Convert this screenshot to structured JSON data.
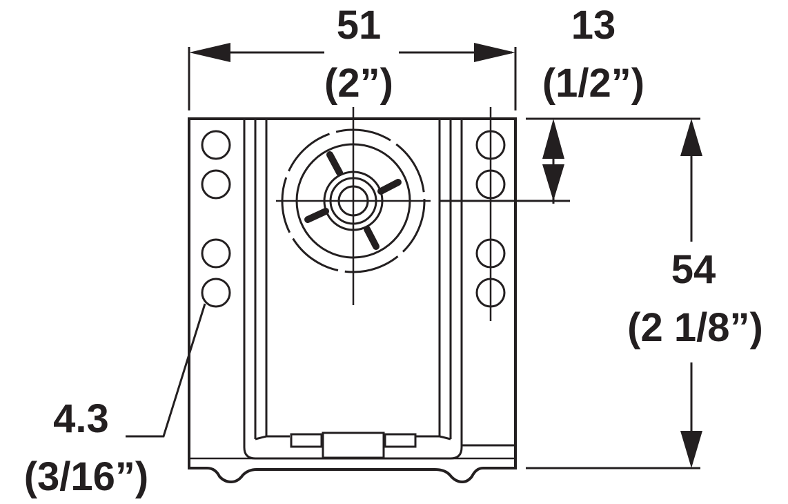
{
  "drawing": {
    "type": "technical dimension drawing",
    "stroke_color": "#231f20",
    "background": "#ffffff"
  },
  "dimensions": {
    "width": {
      "metric": "51",
      "imperial": "(2”)"
    },
    "offset": {
      "metric": "13",
      "imperial": "(1/2”)"
    },
    "height": {
      "metric": "54",
      "imperial": "(2 1/8”)"
    },
    "hole": {
      "metric": "4.3",
      "imperial": "(3/16”)"
    }
  }
}
